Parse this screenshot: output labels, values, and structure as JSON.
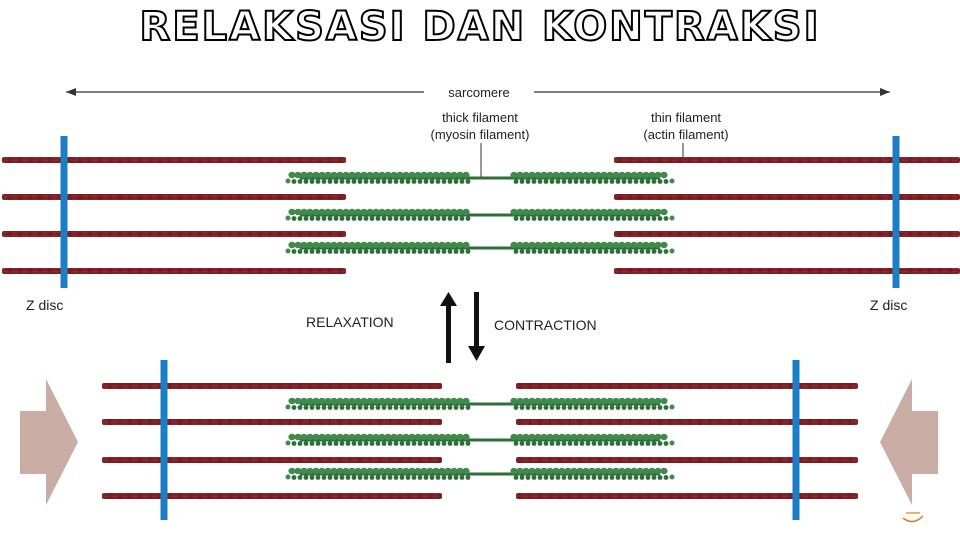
{
  "title": "RELAKSASI DAN KONTRAKSI",
  "labels": {
    "sarcomere": "sarcomere",
    "thick_filament": "thick filament",
    "thick_filament_sub": "(myosin filament)",
    "thin_filament": "thin filament",
    "thin_filament_sub": "(actin filament)",
    "z_disc_left": "Z disc",
    "z_disc_right": "Z disc",
    "relaxation": "RELAXATION",
    "contraction": "CONTRACTION"
  },
  "colors": {
    "z_disc": "#1a7fc4",
    "thin_filament": "#7a1a1f",
    "thick_filament": "#2f6e3b",
    "myosin_head": "#3f8a4c",
    "side_arrow": "#c9ada5",
    "direction_arrow": "#111111"
  },
  "icons": {
    "up_arrow": "arrow-up-icon",
    "down_arrow": "arrow-down-icon",
    "side_arrows": "compression-arrow-icon"
  }
}
